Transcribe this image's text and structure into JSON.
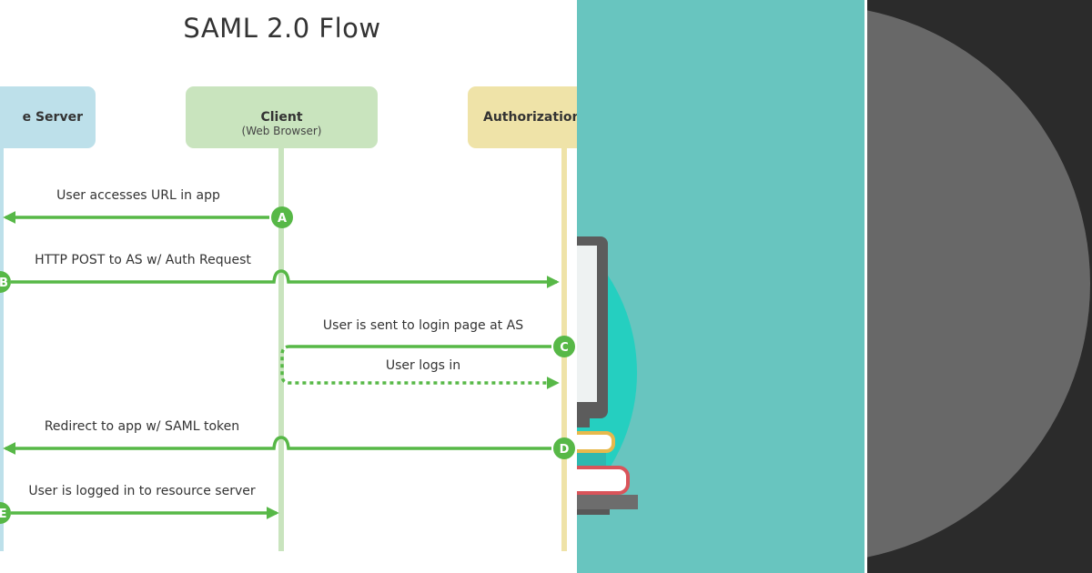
{
  "diagram": {
    "title": "SAML 2.0 Flow",
    "nodes": {
      "resource_server": {
        "label": "e Server"
      },
      "client": {
        "label": "Client",
        "sublabel": "(Web Browser)"
      },
      "authorization_server": {
        "label": "Authorization S"
      }
    },
    "steps": {
      "a": {
        "marker": "A",
        "label": "User accesses URL in app"
      },
      "b": {
        "marker": "B",
        "label": "HTTP POST to AS w/ Auth Request"
      },
      "c": {
        "marker": "C",
        "label": "User is sent to login page at AS"
      },
      "c2": {
        "label": "User logs in"
      },
      "d": {
        "marker": "D",
        "label": "Redirect to app w/ SAML token"
      },
      "e": {
        "marker": "E",
        "label": "User is logged in to resource server"
      }
    }
  },
  "colors": {
    "arrow": "#57b847",
    "resource_server": "#bde0ea",
    "client": "#c9e4be",
    "authorization_server": "#efe3a8",
    "teal_panel": "#68c5bf",
    "dark_panel": "#2b2b2b",
    "circle": "#686868"
  },
  "illustration": {
    "items": [
      "monitor-icon",
      "books-icon",
      "teal-circle"
    ]
  }
}
